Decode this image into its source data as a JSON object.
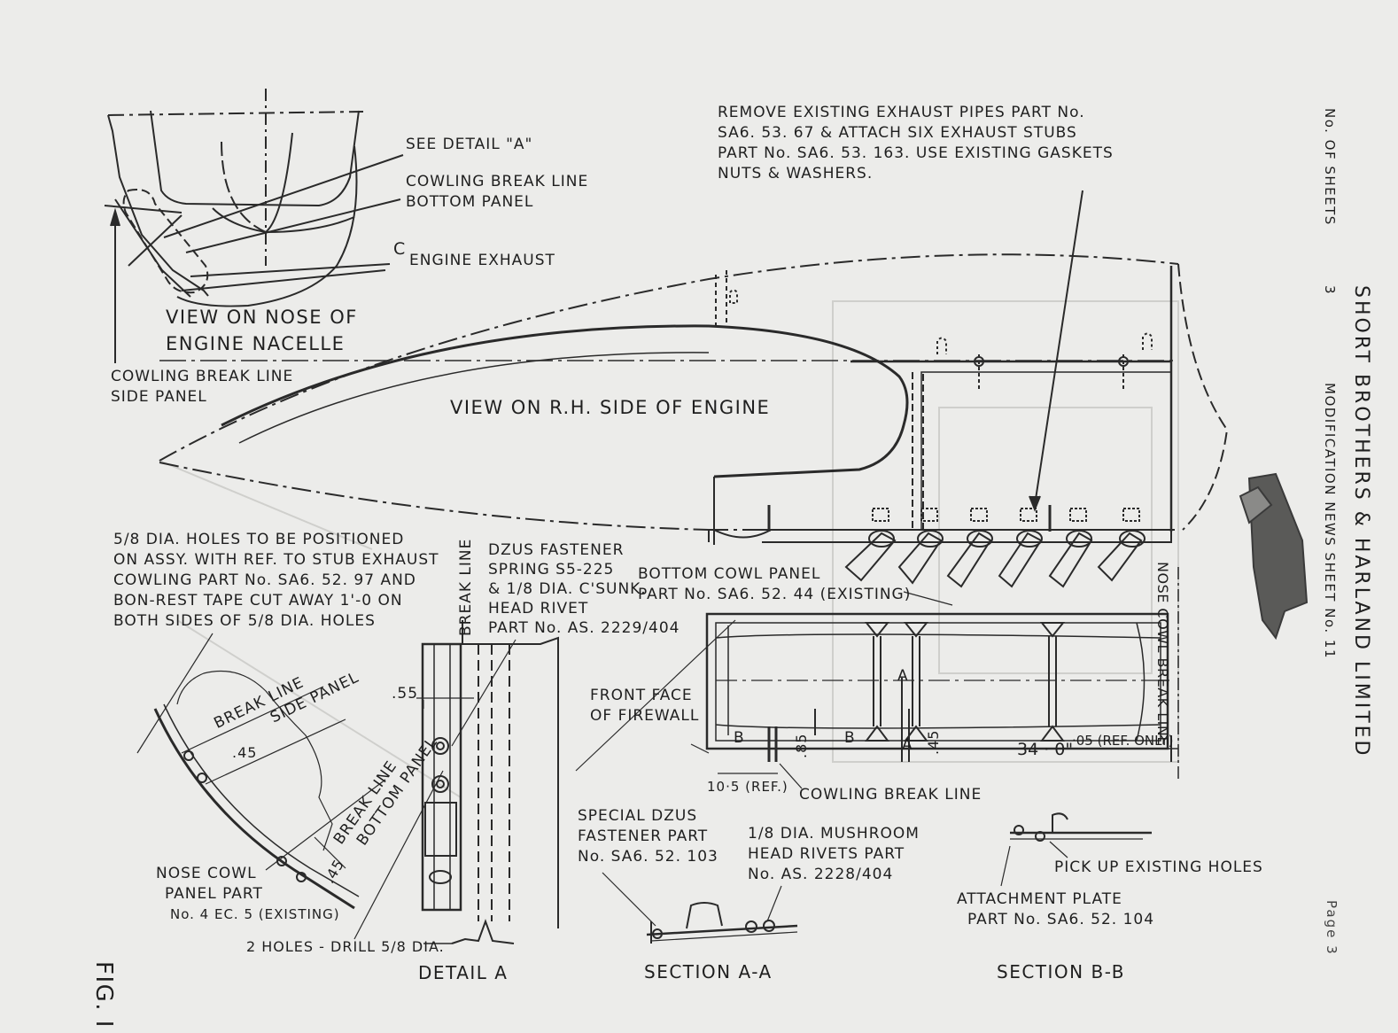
{
  "sheet": {
    "company": "SHORT BROTHERS & HARLAND LIMITED",
    "news_sheet": "MODIFICATION NEWS SHEET No. 11",
    "sheets_label": "No. OF SHEETS",
    "sheets_value": "3",
    "page": "Page 3",
    "figure": "FIG. I"
  },
  "labels": {
    "see_detail": "SEE DETAIL \"A\"",
    "cowling_break_bottom": [
      "COWLING BREAK LINE",
      "BOTTOM PANEL"
    ],
    "engine_exhaust": "ENGINE EXHAUST",
    "cl_symbol": "C",
    "view_nose": [
      "VIEW ON NOSE OF",
      "ENGINE NACELLE"
    ],
    "cowling_break_side": [
      "COWLING BREAK LINE",
      "SIDE PANEL"
    ],
    "view_rh": "VIEW ON R.H. SIDE OF ENGINE",
    "remove_note": [
      "REMOVE EXISTING EXHAUST PIPES PART No.",
      "SA6. 53. 67 & ATTACH SIX EXHAUST STUBS",
      "PART No. SA6. 53. 163. USE EXISTING GASKETS",
      "NUTS & WASHERS."
    ],
    "holes_note": [
      "5/8 DIA. HOLES TO BE POSITIONED",
      "ON ASSY. WITH REF. TO STUB EXHAUST",
      "COWLING PART No. SA6. 52. 97 AND",
      "BON-REST TAPE CUT AWAY 1'-0 ON",
      "BOTH SIDES OF 5/8 DIA. HOLES"
    ],
    "break_line_side": [
      "BREAK LINE",
      "SIDE PANEL"
    ],
    "break_line_bottom": [
      "BREAK LINE",
      "BOTTOM PANEL"
    ],
    "dim_45_a": ".45",
    "dim_45_b": ".45",
    "nose_cowl_panel": [
      "NOSE COWL",
      "PANEL PART",
      "No. 4 EC. 5 (EXISTING)"
    ],
    "break_line_vert": "BREAK LINE",
    "dim_55": ".55",
    "dzus_fastener": [
      "DZUS FASTENER",
      "SPRING S5-225",
      "& 1/8 DIA. C'SUNK.",
      "HEAD RIVET",
      "PART No. AS. 2229/404"
    ],
    "two_holes": "2 HOLES - DRILL 5/8 DIA.",
    "detail_a": "DETAIL A",
    "bottom_cowl": [
      "BOTTOM COWL PANEL",
      "PART No. SA6. 52. 44 (EXISTING)"
    ],
    "front_face": [
      "FRONT FACE",
      "OF FIREWALL"
    ],
    "b_left": "B",
    "b_right": "B",
    "dim_85": ".85",
    "a_mid": "A",
    "a_low": "A",
    "dim_45_c": ".45",
    "dim_34": "34 · 0\"",
    "dim_05": "·05 (REF. ONLY)",
    "dim_105": "10·5 (REF.)",
    "cowling_break_line": "COWLING BREAK LINE",
    "nose_cowl_break": "NOSE COWL BREAK LINE",
    "special_dzus": [
      "SPECIAL DZUS",
      "FASTENER PART",
      "No. SA6. 52. 103"
    ],
    "mushroom": [
      "1/8 DIA. MUSHROOM",
      "HEAD RIVETS PART",
      "No. AS. 2228/404"
    ],
    "section_aa": "SECTION A-A",
    "pick_up": "PICK UP EXISTING HOLES",
    "attachment_plate": [
      "ATTACHMENT PLATE",
      "PART No. SA6. 52. 104"
    ],
    "section_bb": "SECTION B-B"
  }
}
